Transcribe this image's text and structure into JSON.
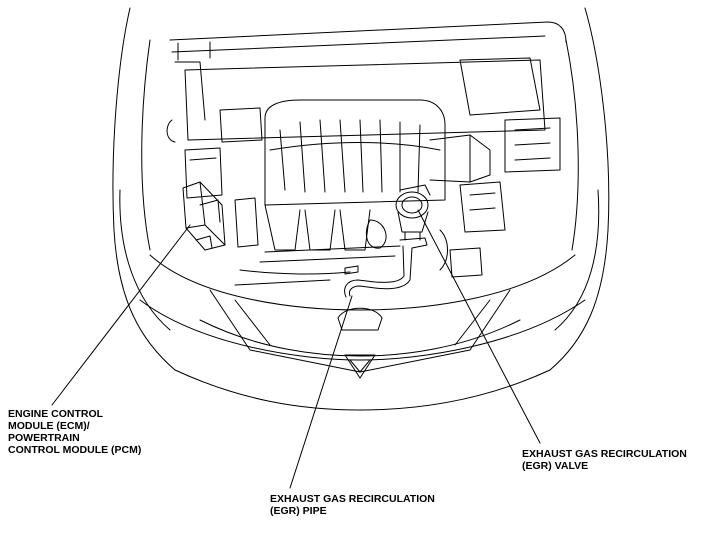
{
  "labels": {
    "ecm": {
      "lines": [
        "ENGINE CONTROL",
        "MODULE (ECM)/",
        "POWERTRAIN",
        "CONTROL MODULE (PCM)"
      ]
    },
    "egr_valve": {
      "lines": [
        "EXHAUST GAS RECIRCULATION",
        "(EGR) VALVE"
      ]
    },
    "egr_pipe": {
      "lines": [
        "EXHAUST GAS RECIRCULATION",
        "(EGR) PIPE"
      ]
    }
  },
  "colors": {
    "line": "#000000",
    "background": "#ffffff"
  }
}
